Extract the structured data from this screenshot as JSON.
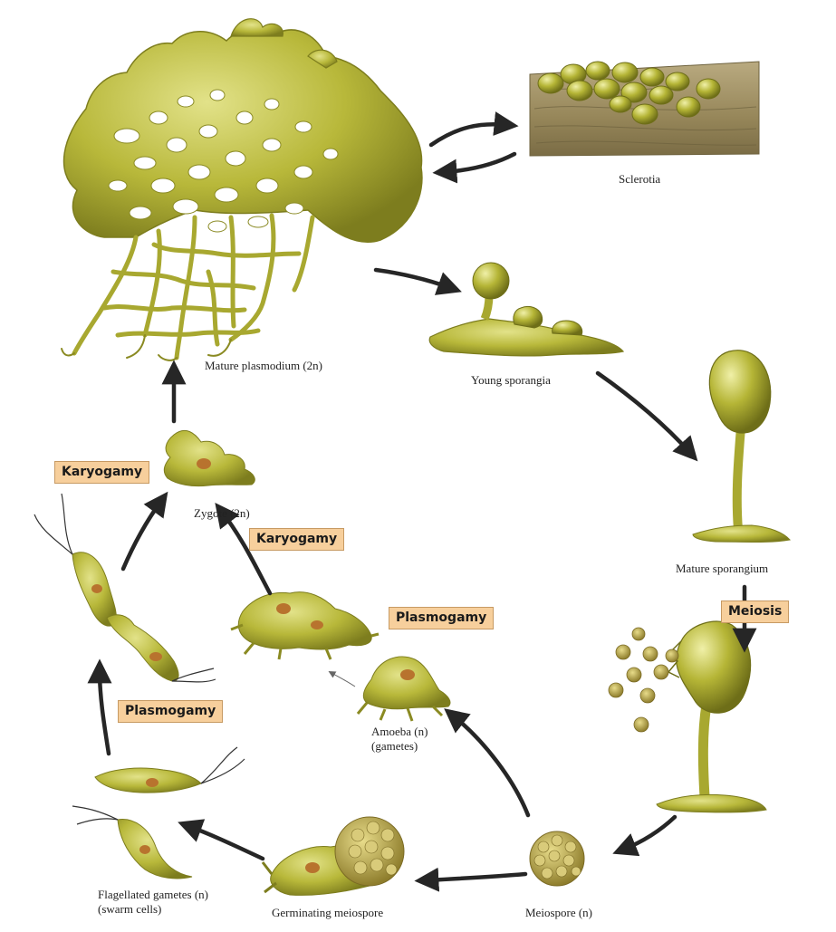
{
  "labels": {
    "mature_plasmodium": "Mature plasmodium (2n)",
    "sclerotia": "Sclerotia",
    "young_sporangia": "Young sporangia",
    "mature_sporangium": "Mature sporangium",
    "meiospore": "Meiospore (n)",
    "germinating_meiospore": "Germinating meiospore",
    "flagellated_gametes_line1": "Flagellated gametes (n)",
    "flagellated_gametes_line2": "(swarm cells)",
    "amoeba_line1": "Amoeba (n)",
    "amoeba_line2": "(gametes)",
    "zygote": "Zygote (2n)"
  },
  "process_boxes": {
    "karyogamy_left": "Karyogamy",
    "karyogamy_center": "Karyogamy",
    "plasmogamy_left": "Plasmogamy",
    "plasmogamy_right": "Plasmogamy",
    "meiosis": "Meiosis"
  },
  "colors": {
    "organism_fill": "#b8b83a",
    "organism_dark": "#7d7d1e",
    "organism_light": "#d8d878",
    "nucleus": "#b8732e",
    "arrow": "#262626",
    "box_fill": "#f7cf9c",
    "wood": "#9a8a62"
  }
}
